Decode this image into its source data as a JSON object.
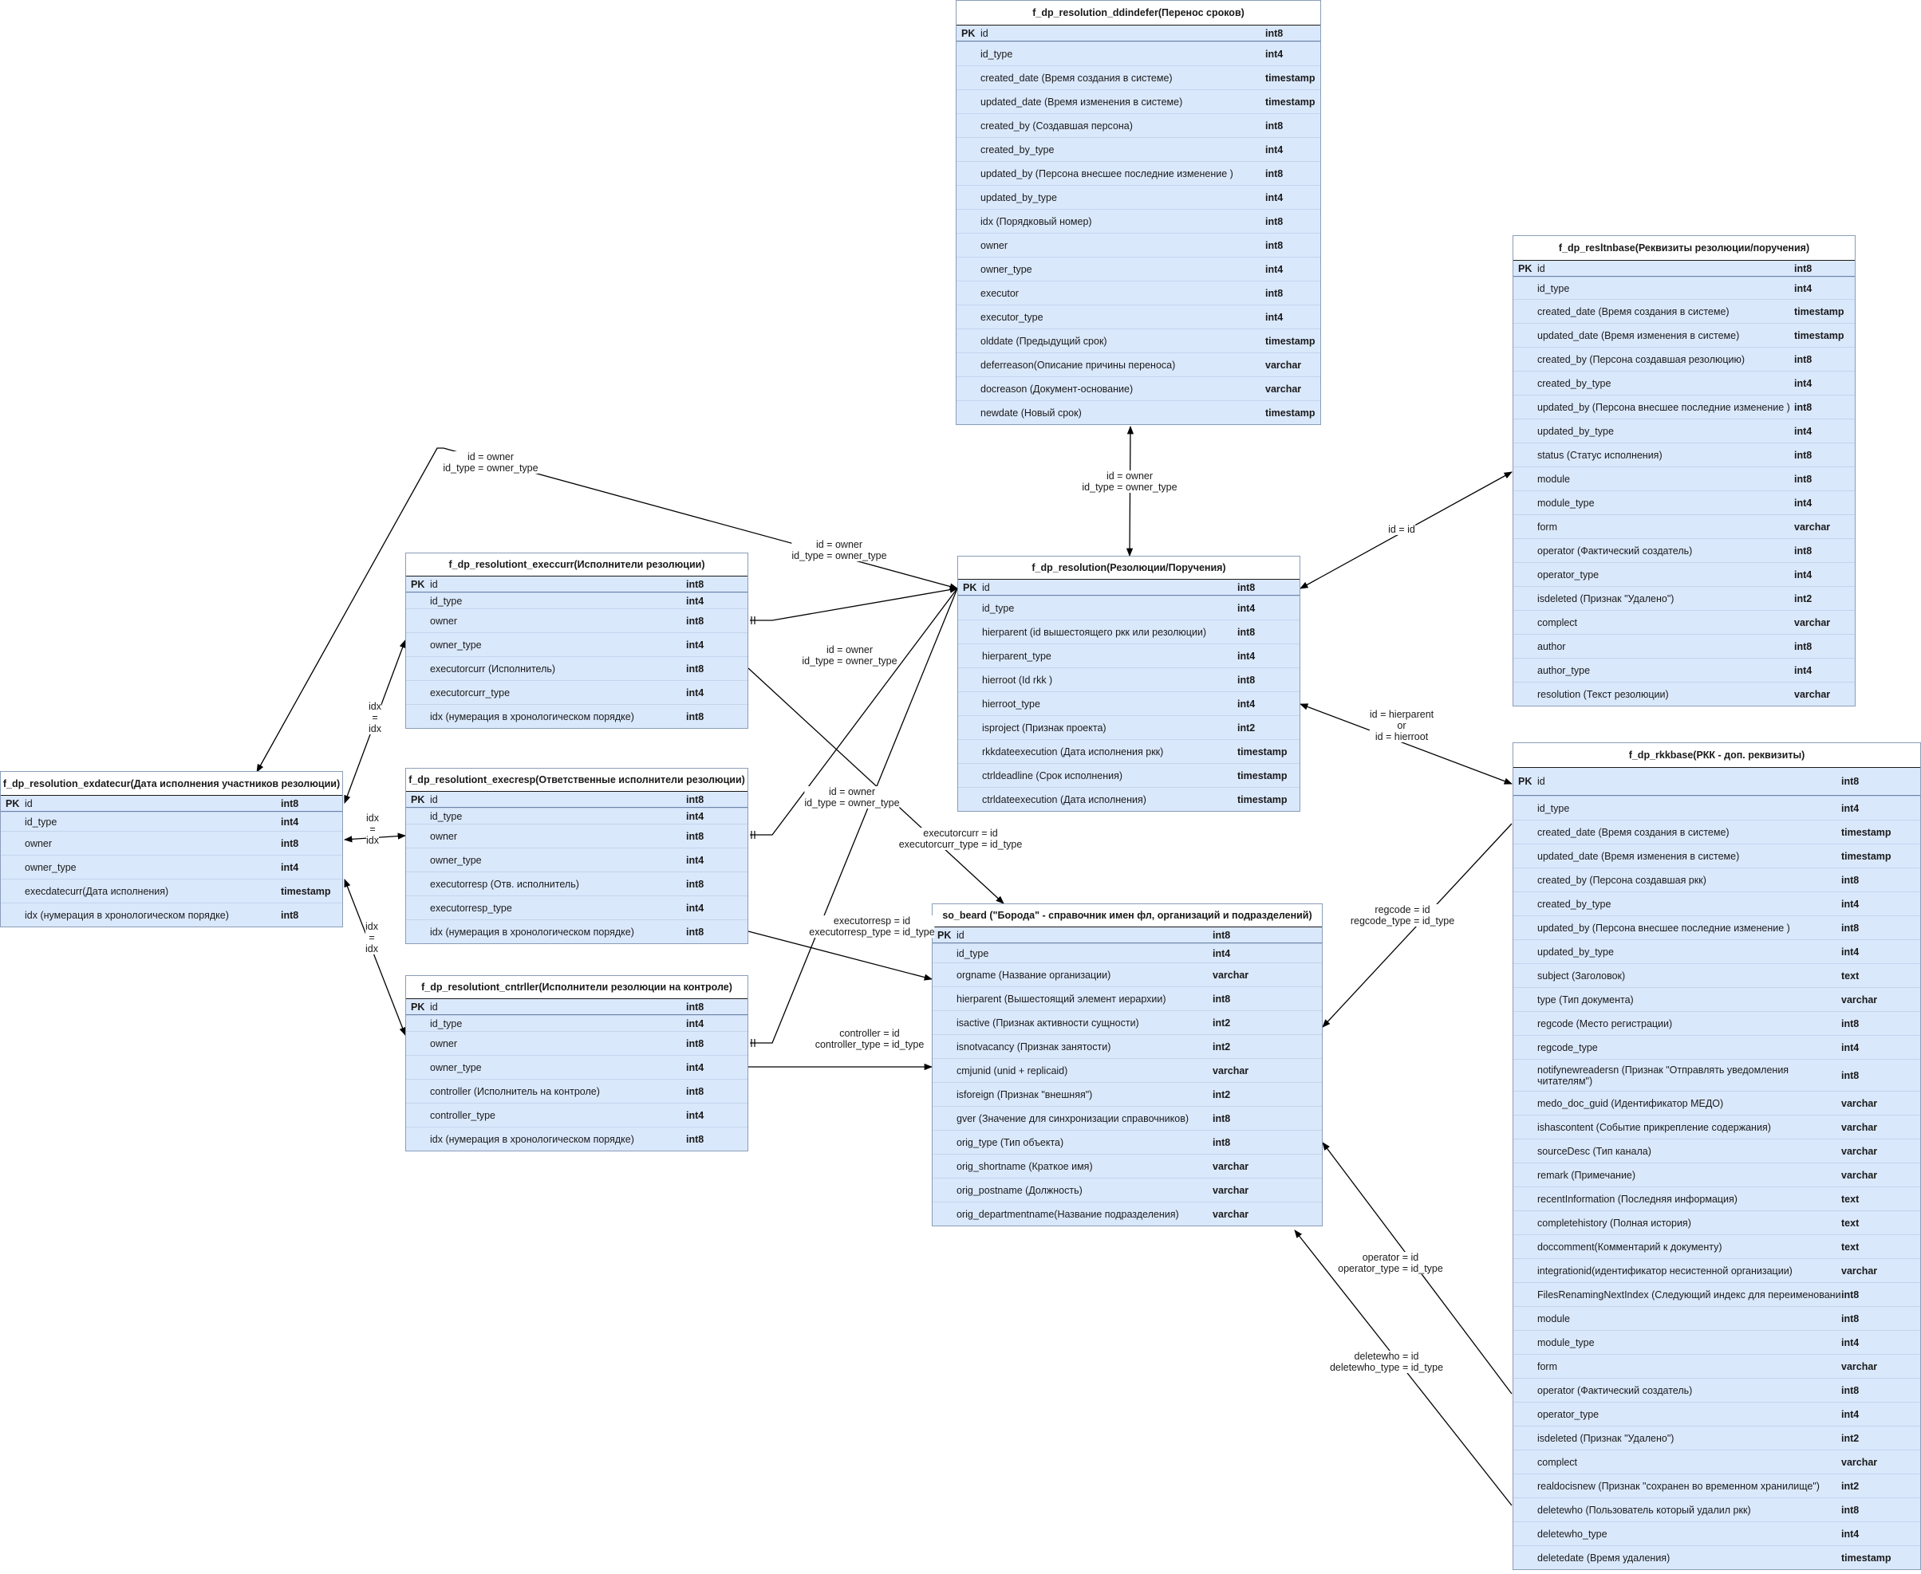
{
  "tables": {
    "ddindefer": {
      "title": "f_dp_resolution_ddindefer(Перенос сроков)",
      "pk": "PK",
      "rows": [
        [
          "id",
          "int8"
        ],
        [
          "id_type",
          "int4"
        ],
        [
          "created_date (Время создания в системе)",
          "timestamp"
        ],
        [
          "updated_date (Время изменения в системе)",
          "timestamp"
        ],
        [
          "created_by (Создавшая персона)",
          "int8"
        ],
        [
          "created_by_type",
          "int4"
        ],
        [
          "updated_by (Персона внесшее последние изменение )",
          "int8"
        ],
        [
          "updated_by_type",
          "int4"
        ],
        [
          "idx (Порядковый номер)",
          "int8"
        ],
        [
          "owner",
          "int8"
        ],
        [
          "owner_type",
          "int4"
        ],
        [
          "executor",
          "int8"
        ],
        [
          "executor_type",
          "int4"
        ],
        [
          "olddate (Предыдущий срок)",
          "timestamp"
        ],
        [
          "deferreason(Описание причины переноса)",
          "varchar"
        ],
        [
          "docreason (Документ-основание)",
          "varchar"
        ],
        [
          "newdate (Новый срок)",
          "timestamp"
        ]
      ]
    },
    "resltnbase": {
      "title": "f_dp_resltnbase(Реквизиты резолюции/поручения)",
      "pk": "PK",
      "rows": [
        [
          "id",
          "int8"
        ],
        [
          "id_type",
          "int4"
        ],
        [
          "created_date (Время создания в системе)",
          "timestamp"
        ],
        [
          "updated_date (Время изменения в системе)",
          "timestamp"
        ],
        [
          "created_by (Персона создавшая резолюцию)",
          "int8"
        ],
        [
          "created_by_type",
          "int4"
        ],
        [
          "updated_by (Персона внесшее последние изменение )",
          "int8"
        ],
        [
          "updated_by_type",
          "int4"
        ],
        [
          "status (Статус исполнения)",
          "int8"
        ],
        [
          "module",
          "int8"
        ],
        [
          "module_type",
          "int4"
        ],
        [
          "form",
          "varchar"
        ],
        [
          "operator (Фактический создатель)",
          "int8"
        ],
        [
          "operator_type",
          "int4"
        ],
        [
          "isdeleted (Признак \"Удалено\")",
          "int2"
        ],
        [
          "complect",
          "varchar"
        ],
        [
          "author",
          "int8"
        ],
        [
          "author_type",
          "int4"
        ],
        [
          "resolution (Текст резолюции)",
          "varchar"
        ]
      ]
    },
    "resolution": {
      "title": "f_dp_resolution(Резолюции/Поручения)",
      "pk": "PK",
      "rows": [
        [
          "id",
          "int8"
        ],
        [
          "id_type",
          "int4"
        ],
        [
          "hierparent (id вышестоящего ркк или резолюции)",
          "int8"
        ],
        [
          "hierparent_type",
          "int4"
        ],
        [
          "hierroot (Id rkk )",
          "int8"
        ],
        [
          "hierroot_type",
          "int4"
        ],
        [
          "isproject (Признак проекта)",
          "int2"
        ],
        [
          "rkkdateexecution (Дата исполнения ркк)",
          "timestamp"
        ],
        [
          "ctrldeadline (Срок исполнения)",
          "timestamp"
        ],
        [
          "ctrldateexecution (Дата исполнения)",
          "timestamp"
        ]
      ]
    },
    "execcurr": {
      "title": "f_dp_resolutiont_execcurr(Исполнители резолюции)",
      "pk": "PK",
      "rows": [
        [
          "id",
          "int8"
        ],
        [
          "id_type",
          "int4"
        ],
        [
          "owner",
          "int8"
        ],
        [
          "owner_type",
          "int4"
        ],
        [
          "executorcurr (Исполнитель)",
          "int8"
        ],
        [
          "executorcurr_type",
          "int4"
        ],
        [
          " idx (нумерация в хронологическом порядке)",
          "int8"
        ]
      ]
    },
    "execresp": {
      "title": "f_dp_resolutiont_execresp(Ответственные исполнители резолюции)",
      "pk": "PK",
      "rows": [
        [
          "id",
          "int8"
        ],
        [
          "id_type",
          "int4"
        ],
        [
          "owner",
          "int8"
        ],
        [
          "owner_type",
          "int4"
        ],
        [
          "executorresp (Отв. исполнитель)",
          "int8"
        ],
        [
          "executorresp_type",
          "int4"
        ],
        [
          " idx (нумерация в хронологическом порядке)",
          "int8"
        ]
      ]
    },
    "cntrller": {
      "title": "f_dp_resolutiont_cntrller(Исполнители резолюции на контроле)",
      "pk": "PK",
      "rows": [
        [
          "id",
          "int8"
        ],
        [
          "id_type",
          "int4"
        ],
        [
          "owner",
          "int8"
        ],
        [
          "owner_type",
          "int4"
        ],
        [
          "controller (Исполнитель на контроле)",
          "int8"
        ],
        [
          "controller_type",
          "int4"
        ],
        [
          " idx (нумерация в хронологическом порядке)",
          "int8"
        ]
      ]
    },
    "exdatecur": {
      "title": "f_dp_resolution_exdatecur(Дата исполнения участников резолюции)",
      "pk": "PK",
      "rows": [
        [
          "id",
          "int8"
        ],
        [
          "id_type",
          "int4"
        ],
        [
          "owner",
          "int8"
        ],
        [
          "owner_type",
          "int4"
        ],
        [
          "execdatecurr(Дата исполнения)",
          "timestamp"
        ],
        [
          " idx (нумерация в хронологическом порядке)",
          "int8"
        ]
      ]
    },
    "beard": {
      "title": "so_beard (\"Борода\" - справочник имен фл, организаций и подразделений)",
      "pk": "PK",
      "rows": [
        [
          "id",
          "int8"
        ],
        [
          "id_type",
          "int4"
        ],
        [
          "orgname (Название организации)",
          "varchar"
        ],
        [
          "hierparent (Вышестоящий элемент иерархии)",
          "int8"
        ],
        [
          "isactive (Признак активности сущности)",
          "int2"
        ],
        [
          "isnotvacancy (Признак занятости)",
          "int2"
        ],
        [
          "cmjunid (unid + replicaid)",
          "varchar"
        ],
        [
          "isforeign (Признак \"внешняя\")",
          "int2"
        ],
        [
          "gver (Значение для синхронизации справочников)",
          "int8"
        ],
        [
          "orig_type (Тип объекта)",
          "int8"
        ],
        [
          "orig_shortname (Краткое имя)",
          "varchar"
        ],
        [
          "orig_postname (Должность)",
          "varchar"
        ],
        [
          "orig_departmentname(Название подразделения)",
          "varchar"
        ]
      ]
    },
    "rkkbase": {
      "title": "f_dp_rkkbase(РКК - доп. реквизиты)",
      "pk": "PK",
      "rows": [
        [
          "id",
          "int8"
        ],
        [
          "id_type",
          "int4"
        ],
        [
          "created_date (Время создания в системе)",
          "timestamp"
        ],
        [
          "updated_date (Время изменения в системе)",
          "timestamp"
        ],
        [
          "created_by (Персона создавшая ркк)",
          "int8"
        ],
        [
          "created_by_type",
          "int4"
        ],
        [
          "updated_by (Персона внесшее последние изменение )",
          "int8"
        ],
        [
          "updated_by_type",
          "int4"
        ],
        [
          " subject (Заголовок)",
          "text"
        ],
        [
          "type (Тип документа)",
          "varchar"
        ],
        [
          "regcode (Место регистрации)",
          "int8"
        ],
        [
          "regcode_type",
          "int4"
        ],
        [
          "notifynewreadersn (Признак \"Отправлять уведомления читателям\")",
          "int8"
        ],
        [
          "medo_doc_guid (Идентификатор МЕДО)",
          "varchar"
        ],
        [
          "ishascontent (Событие прикрепление содержания)",
          "varchar"
        ],
        [
          " sourceDesc (Тип канала)",
          "varchar"
        ],
        [
          "remark (Примечание)",
          "varchar"
        ],
        [
          "recentInformation (Последняя информация)",
          "text"
        ],
        [
          " completehistory (Полная история)",
          "text"
        ],
        [
          "doccomment(Комментарий к документу)",
          "text"
        ],
        [
          "integrationid(идентификатор несистенной организации)",
          "varchar"
        ],
        [
          "FilesRenamingNextIndex (Следующий индекс для переименования файлов)",
          "int8"
        ],
        [
          "module",
          "int8"
        ],
        [
          "module_type",
          "int4"
        ],
        [
          "form",
          "varchar"
        ],
        [
          "operator (Фактический создатель)",
          "int8"
        ],
        [
          "operator_type",
          "int4"
        ],
        [
          "isdeleted (Признак \"Удалено\")",
          "int2"
        ],
        [
          "complect",
          "varchar"
        ],
        [
          "realdocisnew (Признак \"сохранен во временном хранилище\")",
          "int2"
        ],
        [
          "deletewho (Пользователь который удалил ркк)",
          "int8"
        ],
        [
          "deletewho_type",
          "int4"
        ],
        [
          "deletedate (Время удаления)",
          "timestamp"
        ]
      ]
    }
  },
  "relations": {
    "ddindefer_resolution": "id = owner\nid_type = owner_type",
    "resolution_resltnbase": "id = id",
    "resolution_rkkbase": "id = hierparent\nor\nid = hierroot",
    "exdatecur_resolution": "id = owner\nid_type = owner_type",
    "execcurr_resolution": "id = owner\nid_type = owner_type",
    "execresp_resolution": "id = owner\nid_type = owner_type",
    "cntrller_resolution": "id = owner\nid_type = owner_type",
    "exdatecur_execcurr": "idx\n=\nidx",
    "exdatecur_execresp": "idx\n=\nidx",
    "exdatecur_cntrller": "idx\n=\nidx",
    "execcurr_beard": "executorcurr = id\nexecutorcurr_type = id_type",
    "execresp_beard": "executorresp = id\nexecutorresp_type = id_type",
    "cntrller_beard": "controller = id\ncontroller_type = id_type",
    "rkkbase_beard_regcode": "regcode = id\nregcode_type = id_type",
    "rkkbase_beard_operator": "operator = id\noperator_type = id_type",
    "rkkbase_beard_deletewho": "deletewho = id\ndeletewho_type = id_type"
  },
  "colors": {
    "table_fill": "#dae8fc",
    "line": "#000000"
  }
}
